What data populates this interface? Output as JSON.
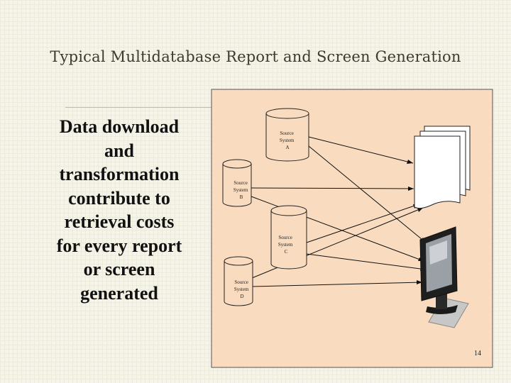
{
  "slide": {
    "title": "Typical Multidatabase Report and Screen Generation",
    "body_lines": [
      "Data download",
      "and",
      "transformation",
      "contribute to",
      "retrieval costs",
      "for every report",
      "or screen",
      "generated"
    ],
    "page_number": "14"
  },
  "diagram": {
    "sources": [
      {
        "lines": [
          "Source",
          "System",
          "A"
        ]
      },
      {
        "lines": [
          "Source",
          "System",
          "B"
        ]
      },
      {
        "lines": [
          "Source",
          "System",
          "C"
        ]
      },
      {
        "lines": [
          "Source",
          "System",
          "D"
        ]
      }
    ],
    "targets": [
      "report-stack-icon",
      "monitor-icon"
    ],
    "colors": {
      "panel_fill": "#f9dcc0",
      "line": "#111111",
      "cylinder_fill": "#f9dcc0"
    }
  }
}
